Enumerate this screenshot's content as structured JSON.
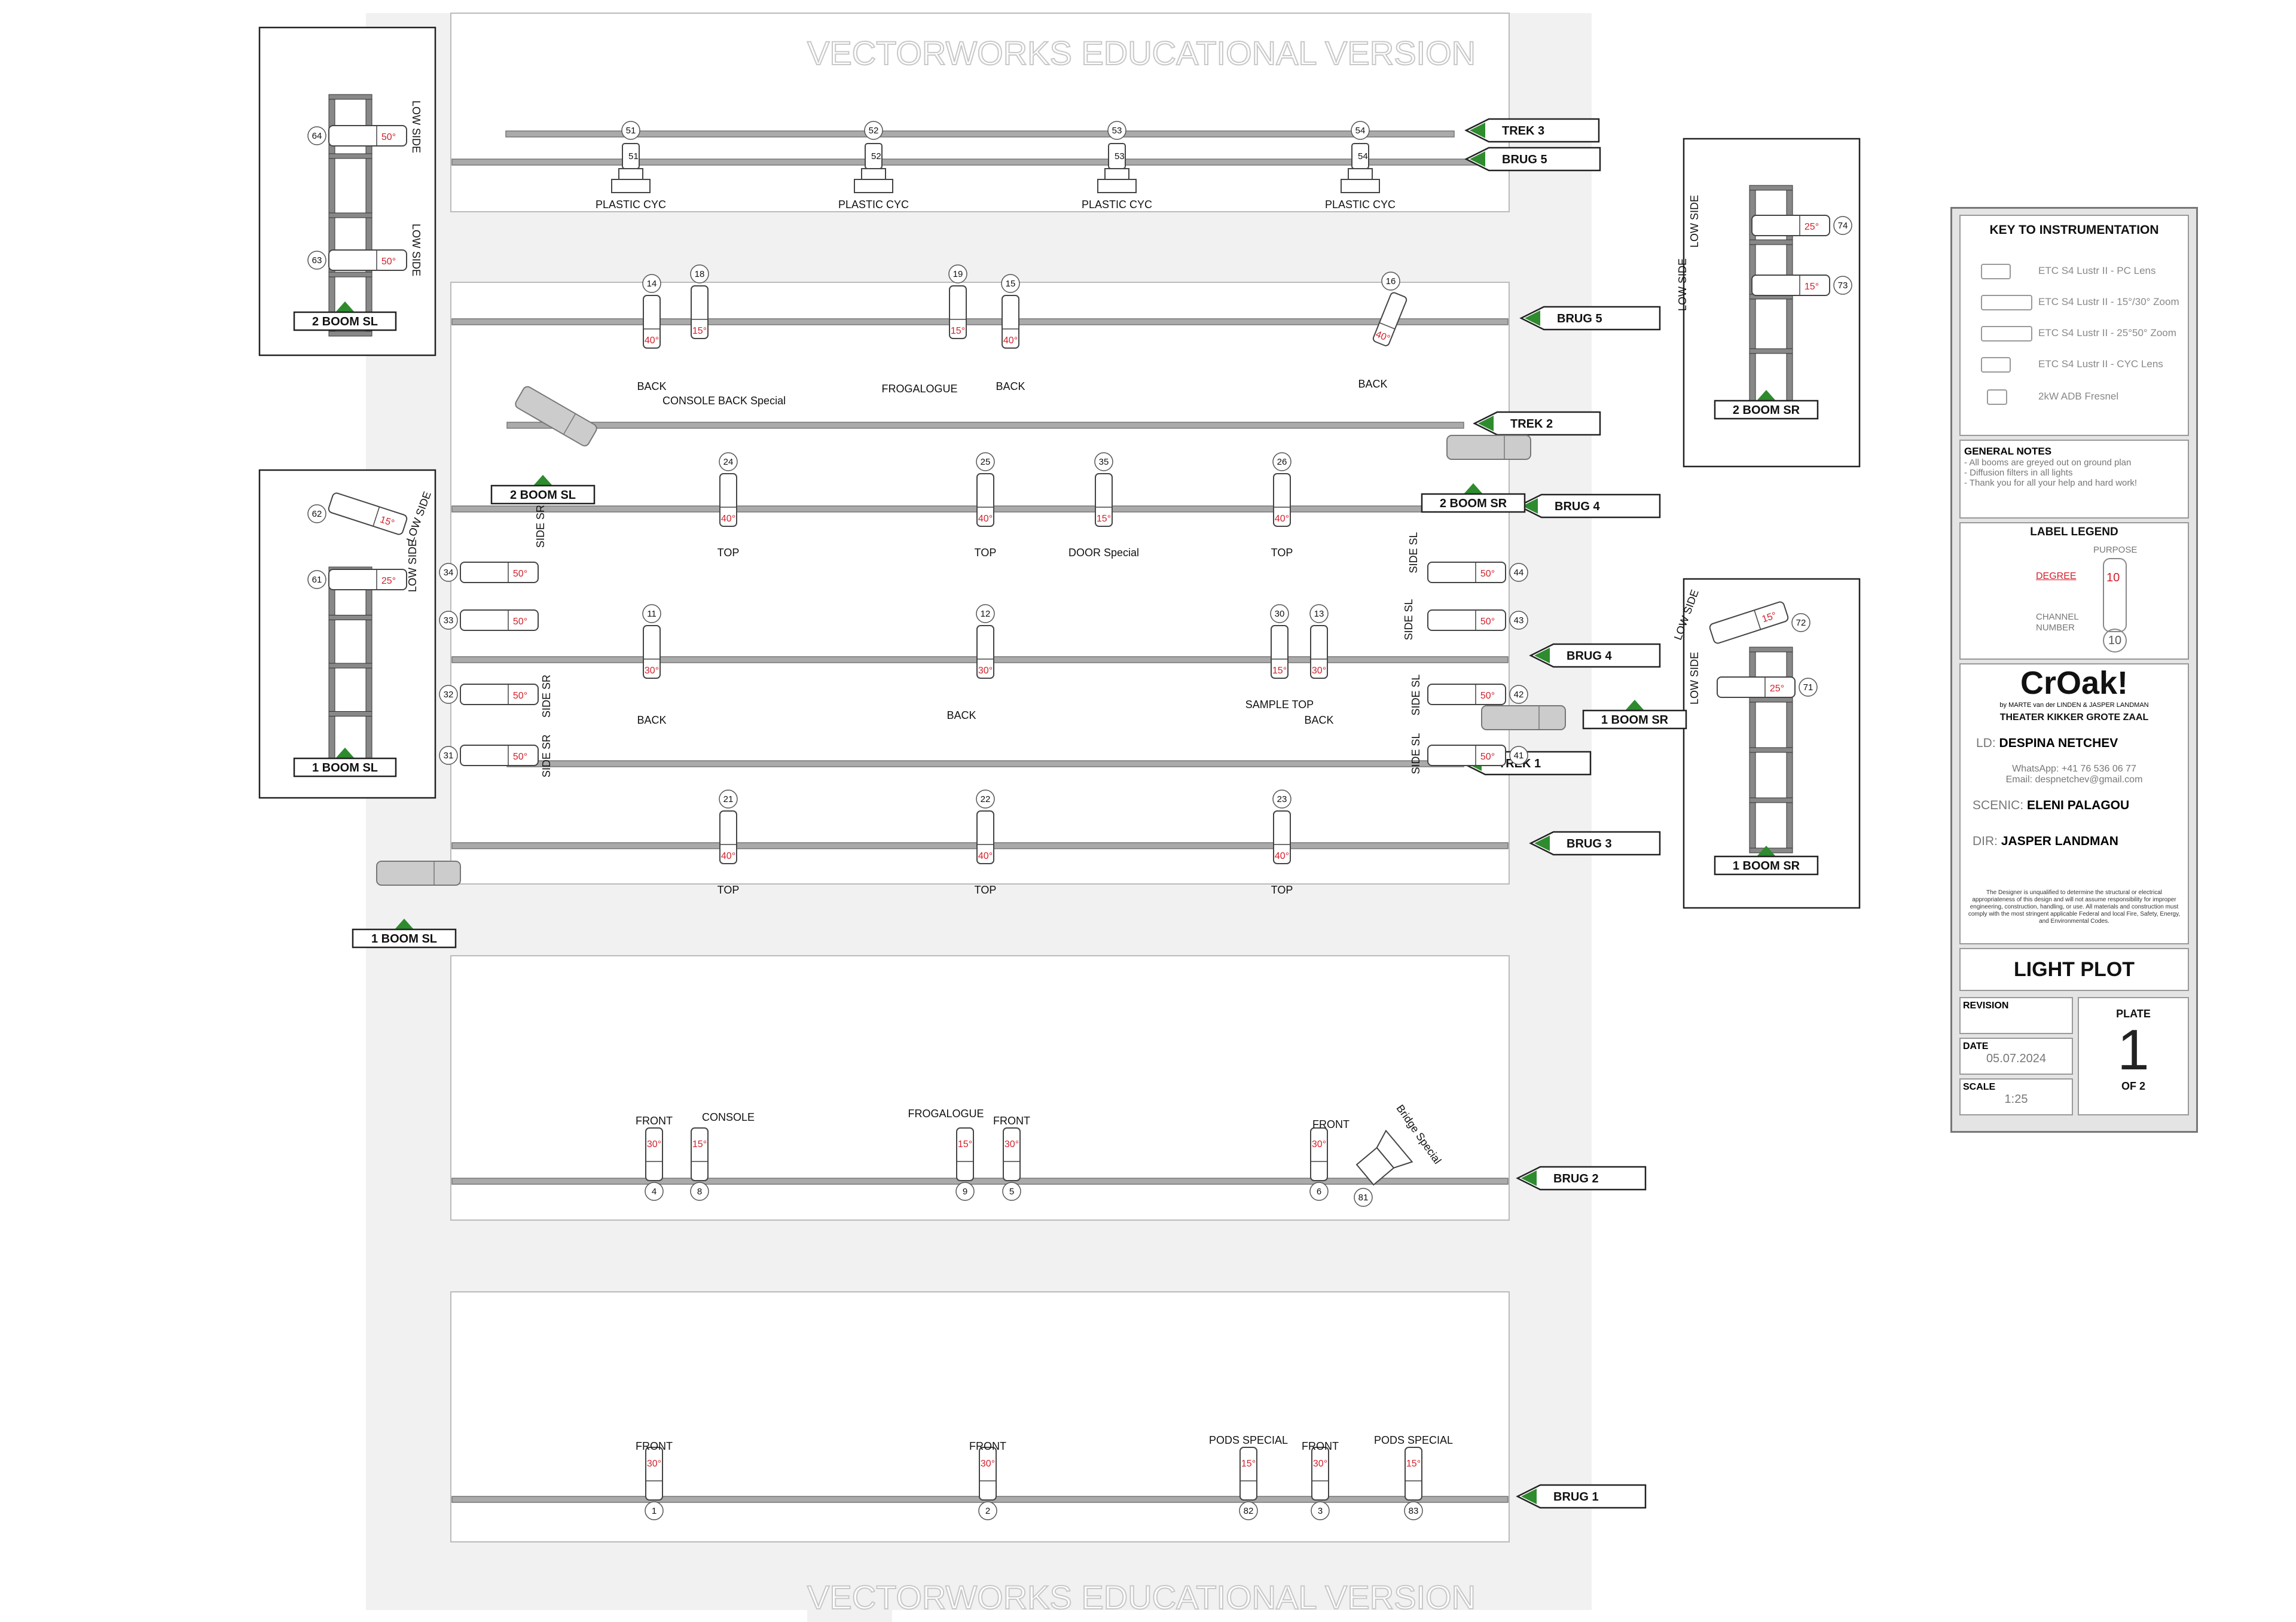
{
  "watermark": "VECTORWORKS EDUCATIONAL VERSION",
  "pipes": {
    "trek3": "TREK 3",
    "brug5a": "BRUG 5",
    "brug5b": "BRUG 5",
    "trek2": "TREK 2",
    "brug4a": "BRUG 4",
    "brug4b": "BRUG 4",
    "trek1": "TREK 1",
    "brug3": "BRUG 3",
    "brug2": "BRUG 2",
    "brug1": "BRUG 1"
  },
  "booms": {
    "b2sl": "2 BOOM SL",
    "b2sr": "2 BOOM SR",
    "b1sl": "1 BOOM SL",
    "b1sr": "1 BOOM SR"
  },
  "fixtures": [
    {
      "ch": "51",
      "deg": "",
      "purpose": "PLASTIC CYC"
    },
    {
      "ch": "52",
      "deg": "",
      "purpose": "PLASTIC CYC"
    },
    {
      "ch": "53",
      "deg": "",
      "purpose": "PLASTIC CYC"
    },
    {
      "ch": "54",
      "deg": "",
      "purpose": "PLASTIC CYC"
    },
    {
      "ch": "14",
      "deg": "40°",
      "purpose": "BACK"
    },
    {
      "ch": "18",
      "deg": "15°",
      "purpose": ""
    },
    {
      "ch": "19",
      "deg": "15°",
      "purpose": "FROGALOGUE"
    },
    {
      "ch": "15",
      "deg": "40°",
      "purpose": "BACK"
    },
    {
      "ch": "16",
      "deg": "40°",
      "purpose": "BACK"
    },
    {
      "ch": "24",
      "deg": "40°",
      "purpose": "TOP"
    },
    {
      "ch": "25",
      "deg": "40°",
      "purpose": "TOP"
    },
    {
      "ch": "35",
      "deg": "15°",
      "purpose": "DOOR Special"
    },
    {
      "ch": "26",
      "deg": "40°",
      "purpose": "TOP"
    },
    {
      "ch": "11",
      "deg": "30°",
      "purpose": "BACK"
    },
    {
      "ch": "12",
      "deg": "30°",
      "purpose": "BACK"
    },
    {
      "ch": "30",
      "deg": "15°",
      "purpose": "SAMPLE TOP"
    },
    {
      "ch": "13",
      "deg": "30°",
      "purpose": "BACK"
    },
    {
      "ch": "21",
      "deg": "40°",
      "purpose": "TOP"
    },
    {
      "ch": "22",
      "deg": "40°",
      "purpose": "TOP"
    },
    {
      "ch": "23",
      "deg": "40°",
      "purpose": "TOP"
    },
    {
      "ch": "4",
      "deg": "30°",
      "purpose": "FRONT"
    },
    {
      "ch": "8",
      "deg": "15°",
      "purpose": "CONSOLE"
    },
    {
      "ch": "9",
      "deg": "15°",
      "purpose": "FROGALOGUE"
    },
    {
      "ch": "5",
      "deg": "30°",
      "purpose": "FRONT"
    },
    {
      "ch": "6",
      "deg": "30°",
      "purpose": "FRONT"
    },
    {
      "ch": "81",
      "deg": "",
      "purpose": "Bridge Special"
    },
    {
      "ch": "1",
      "deg": "30°",
      "purpose": "FRONT"
    },
    {
      "ch": "2",
      "deg": "30°",
      "purpose": "FRONT"
    },
    {
      "ch": "82",
      "deg": "15°",
      "purpose": "PODS SPECIAL"
    },
    {
      "ch": "3",
      "deg": "30°",
      "purpose": "FRONT"
    },
    {
      "ch": "83",
      "deg": "15°",
      "purpose": "PODS SPECIAL"
    },
    {
      "ch": "34",
      "deg": "50°",
      "purpose": "SIDE SR"
    },
    {
      "ch": "33",
      "deg": "50°",
      "purpose": ""
    },
    {
      "ch": "32",
      "deg": "50°",
      "purpose": "SIDE SR"
    },
    {
      "ch": "31",
      "deg": "50°",
      "purpose": "SIDE SR"
    },
    {
      "ch": "44",
      "deg": "50°",
      "purpose": "SIDE SL"
    },
    {
      "ch": "43",
      "deg": "50°",
      "purpose": "SIDE SL"
    },
    {
      "ch": "42",
      "deg": "50°",
      "purpose": "SIDE SL"
    },
    {
      "ch": "41",
      "deg": "50°",
      "purpose": "SIDE SL"
    },
    {
      "ch": "64",
      "deg": "50°",
      "purpose": "LOW SIDE"
    },
    {
      "ch": "63",
      "deg": "50°",
      "purpose": "LOW SIDE"
    },
    {
      "ch": "62",
      "deg": "15°",
      "purpose": "LOW SIDE"
    },
    {
      "ch": "61",
      "deg": "25°",
      "purpose": "LOW SIDE"
    },
    {
      "ch": "74",
      "deg": "25°",
      "purpose": "LOW SIDE"
    },
    {
      "ch": "73",
      "deg": "15°",
      "purpose": "LOW SIDE"
    },
    {
      "ch": "72",
      "deg": "15°",
      "purpose": "LOW SIDE"
    },
    {
      "ch": "71",
      "deg": "25°",
      "purpose": "LOW SIDE"
    }
  ],
  "extra_labels": {
    "console_back": "CONSOLE BACK Special"
  },
  "key": {
    "title": "KEY TO INSTRUMENTATION",
    "items": [
      "ETC S4 Lustr II - PC Lens",
      "ETC S4 Lustr II - 15°/30° Zoom",
      "ETC S4 Lustr II - 25°50° Zoom",
      "ETC S4 Lustr II - CYC Lens",
      "2kW ADB Fresnel"
    ]
  },
  "notes": {
    "title": "GENERAL NOTES",
    "lines": [
      "- All booms are greyed out on ground plan",
      "- Diffusion filters in all lights",
      "- Thank you for all your help and hard work!"
    ]
  },
  "legend": {
    "title": "LABEL LEGEND",
    "purpose": "PURPOSE",
    "degree": "DEGREE",
    "degree_sample": "10",
    "channel": "CHANNEL",
    "number": "NUMBER",
    "channel_sample": "10"
  },
  "show": {
    "title": "CrOak!",
    "by": "by MARTE van der LINDEN & JASPER LANDMAN",
    "venue": "THEATER KIKKER GROTE ZAAL",
    "ld_label": "LD:",
    "ld_name": "DESPINA NETCHEV",
    "whatsapp": "WhatsApp: +41 76 536 06 77",
    "email": "Email: despnetchev@gmail.com",
    "scenic_label": "SCENIC:",
    "scenic_name": "ELENI PALAGOU",
    "dir_label": "DIR:",
    "dir_name": "JASPER LANDMAN",
    "disclaimer": "The Designer is unqualified to determine the structural or electrical appropriateness of this design and will not assume responsibility for improper engineering, construction, handling, or use. All materials and construction must comply with the most stringent applicable Federal and local Fire, Safety, Energy, and Environmental Codes."
  },
  "plate": {
    "title": "LIGHT PLOT",
    "revision_label": "REVISION",
    "date_label": "DATE",
    "date": "05.07.2024",
    "scale_label": "SCALE",
    "scale": "1:25",
    "plate_label": "PLATE",
    "plate_number": "1",
    "of": "OF 2"
  },
  "colors": {
    "degree": "#d21f2a",
    "arrow_tri": "#2e8b2e",
    "pipe": "#999999"
  }
}
